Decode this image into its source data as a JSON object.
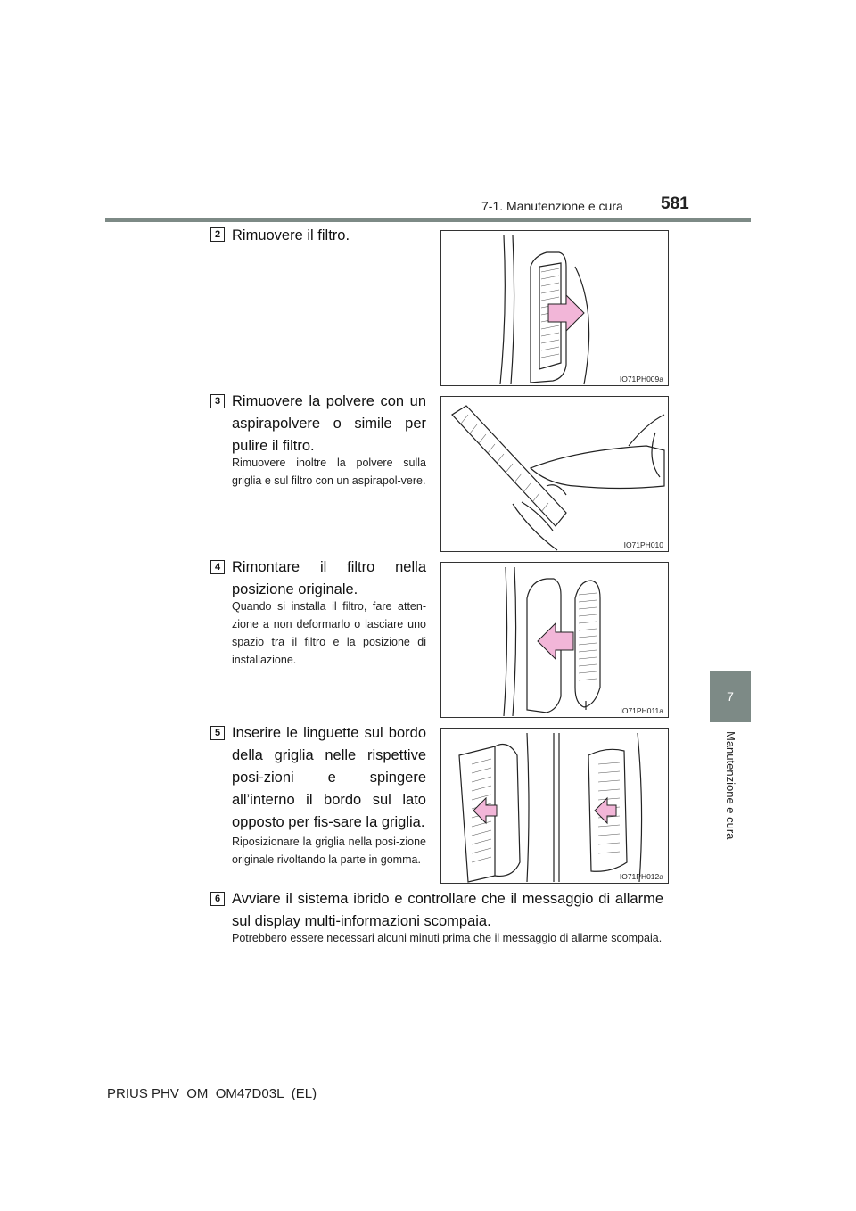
{
  "header": {
    "section": "7-1. Manutenzione e cura",
    "page_number": "581"
  },
  "side_tab": {
    "number": "7",
    "label": "Manutenzione e cura"
  },
  "steps": [
    {
      "number": "2",
      "title": "Rimuovere il filtro.",
      "note": "",
      "figure_code": "IO71PH009a"
    },
    {
      "number": "3",
      "title": "Rimuovere la polvere con un aspirapolvere o simile per pulire il filtro.",
      "note": "Rimuovere inoltre la polvere sulla griglia e sul filtro con un aspirapol-vere.",
      "figure_code": "IO71PH010"
    },
    {
      "number": "4",
      "title": "Rimontare il filtro nella posizione originale.",
      "note": "Quando si installa il filtro, fare atten-zione a non deformarlo o lasciare uno spazio tra il filtro e la posizione di installazione.",
      "figure_code": "IO71PH011a"
    },
    {
      "number": "5",
      "title": "Inserire le linguette sul bordo della griglia nelle rispettive posi-zioni e spingere all’interno il bordo sul lato opposto per fis-sare la griglia.",
      "note": "Riposizionare la griglia nella posi-zione originale rivoltando la parte in gomma.",
      "figure_code": "IO71PH012a"
    },
    {
      "number": "6",
      "title": "Avviare il sistema ibrido e controllare che il messaggio di allarme sul display multi-informazioni scompaia.",
      "note": "Potrebbero essere necessari alcuni minuti prima che il messaggio di allarme scompaia."
    }
  ],
  "footer": "PRIUS PHV_OM_OM47D03L_(EL)",
  "colors": {
    "accent_gray": "#7d8a86",
    "arrow_pink": "#f2b6d8"
  }
}
